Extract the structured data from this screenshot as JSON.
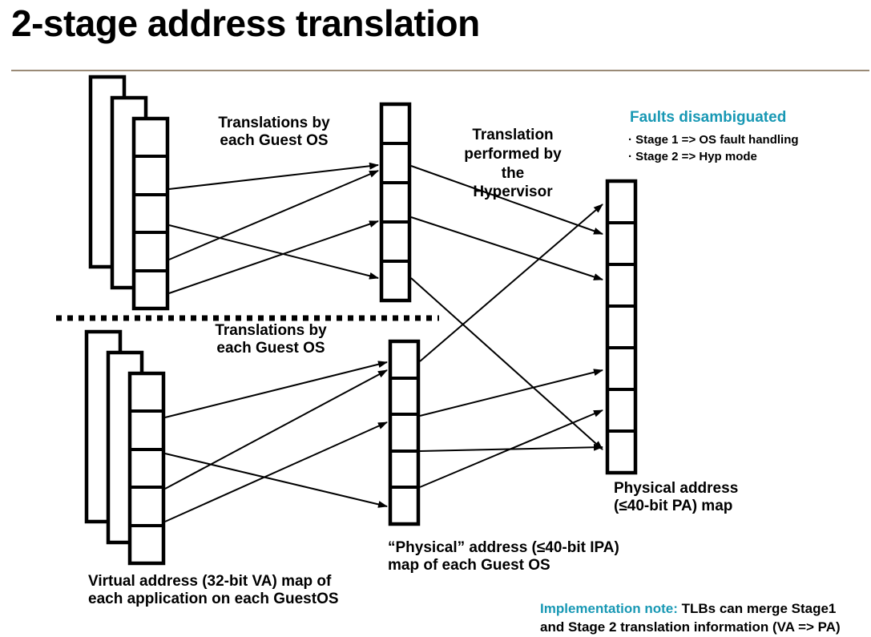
{
  "colors": {
    "accent_teal": "#1898b4",
    "rule_brown": "#9a8a76",
    "ink": "#000000"
  },
  "title": "2-stage address translation",
  "diagram": {
    "top_group_label": "Translations by\neach Guest OS",
    "bottom_group_label": "Translations by\neach Guest OS",
    "hypervisor_label": "Translation\nperformed by\nthe\nHypervisor",
    "faults": {
      "title": "Faults disambiguated",
      "items": [
        "· Stage 1 => OS fault handling",
        "· Stage 2 => Hyp mode"
      ]
    },
    "pa_map_label": "Physical address\n(≤40-bit PA) map",
    "ipa_map_label": "“Physical” address (≤40-bit IPA)\nmap of each Guest OS",
    "va_map_label": "Virtual address (32-bit VA) map of\neach application on each GuestOS",
    "implementation_note": {
      "prefix": "Implementation note:",
      "text": " TLBs can merge Stage1\nand Stage 2 translation information (VA => PA)"
    }
  }
}
